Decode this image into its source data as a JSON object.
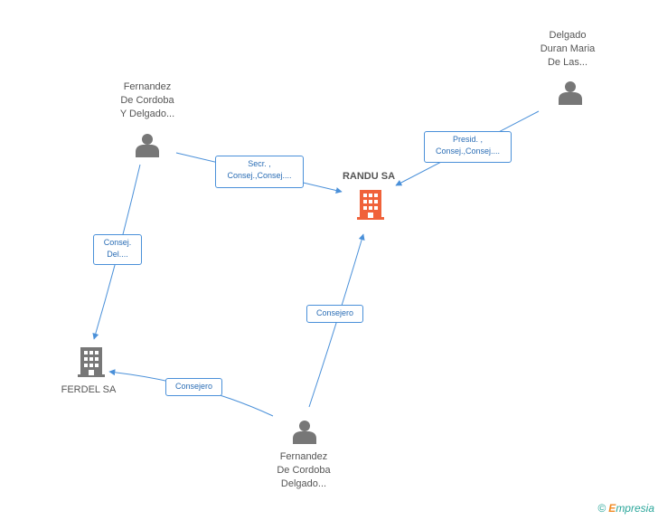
{
  "colors": {
    "edge": "#4a90d9",
    "person_icon": "#777777",
    "company_icon": "#777777",
    "main_company_icon": "#f0623a"
  },
  "nodes": {
    "randu": {
      "label": "RANDU SA",
      "icon": "building-icon"
    },
    "ferdel": {
      "label": "FERDEL SA",
      "icon": "building-icon"
    },
    "p1": {
      "label": "Fernandez\nDe Cordoba\nY Delgado...",
      "icon": "person-icon"
    },
    "p2": {
      "label": "Delgado\nDuran Maria\nDe Las...",
      "icon": "person-icon"
    },
    "p3": {
      "label": "Fernandez\nDe Cordoba\nDelgado...",
      "icon": "person-icon"
    }
  },
  "edges": {
    "p1_randu": {
      "line1": "Secr. ,",
      "line2": "Consej.,Consej...."
    },
    "p2_randu": {
      "line1": "Presid. ,",
      "line2": "Consej.,Consej...."
    },
    "p1_ferdel": {
      "line1": "Consej.",
      "line2": "Del...."
    },
    "p3_randu": {
      "line1": "Consejero"
    },
    "p3_ferdel": {
      "line1": "Consejero"
    }
  },
  "brand": {
    "copyright": "©",
    "e": "E",
    "rest": "mpresia"
  }
}
